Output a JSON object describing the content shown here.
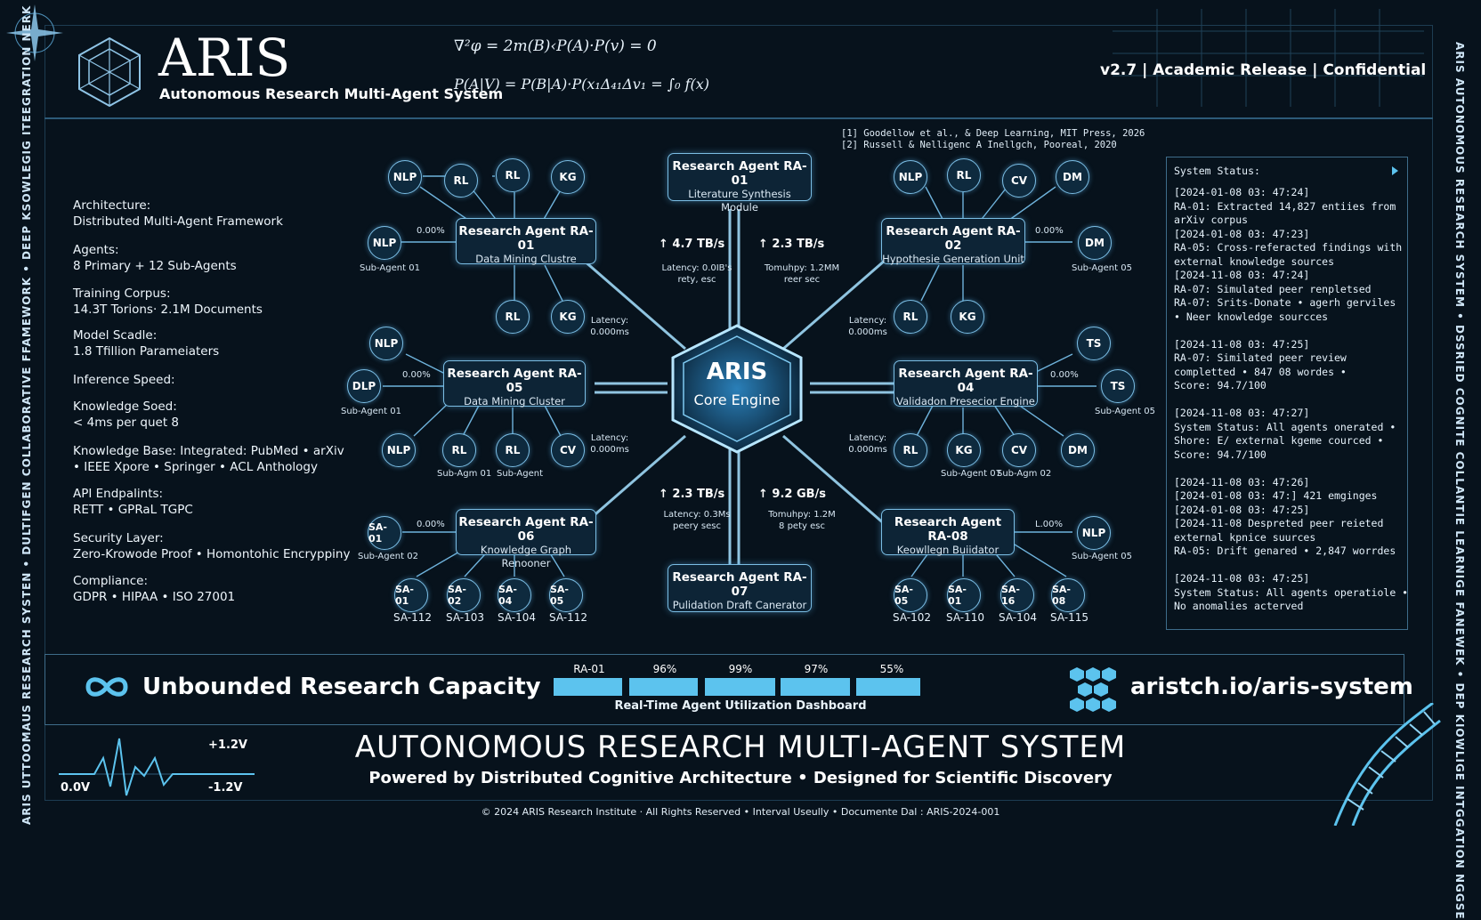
{
  "header": {
    "brand": "ARIS",
    "subtitle": "Autonomous Research Multi-Agent System",
    "equation_1": "∇²φ = 2m(B)‹P(A)·P(v) = 0",
    "equation_2": "P(A|V) = P(B|A)·P(x₁Δ₄₁Δv₁ = ∫₀ f(x)",
    "release": "v2.7 | Academic Release | Confidential",
    "reference_1": "[1] Goodellow et al., & Deep Learning, MIT Press, 2026",
    "reference_2": "[2] Russell & Nelligenc A Inellgch, Pooreal, 2020"
  },
  "side": {
    "left": "ARIS UTTOOMAUS RESEARCH SYSTEN • DULTIFGEN COLLABORATIVE FFAMEWORK • DEEP KSOWLEGIG ITEEGRATION NERK",
    "right": "ARIS AUTONOMOUS RESEARCH SYSTEM • DSSRIED COGNITE COLLANTIE LEARNIGE FANEWEK • DEP KIOWLIGE INTGGATION NGGSE"
  },
  "specs": [
    {
      "label": "Architecture:",
      "value": "Distributed Multi-Agent Framework"
    },
    {
      "label": "Agents:",
      "value": "8 Primary + 12 Sub-Agents"
    },
    {
      "label": "Training Corpus:",
      "value": "14.3T Torions· 2.1M Documents"
    },
    {
      "label": "Model Scadle:",
      "value": "1.8 Tfillion Parameiaters"
    },
    {
      "label": "Inference Speed:",
      "value": ""
    },
    {
      "label": "Knowledge Soed:",
      "value": "< 4ms per quet 8"
    },
    {
      "label": "Knowledge Base:",
      "value": "Integrated: PubMed • arXiv",
      "value2": "• IEEE Xpore • Springer • ACL Anthology"
    },
    {
      "label": "API Endpalints:",
      "value": "RETT • GPRaL TGPC"
    },
    {
      "label": "Security Layer:",
      "value": "Zero-Krowode Proof • Homontohic Encryppiny"
    },
    {
      "label": "Compliance:",
      "value": "GDPR • HIPAA • ISO 27001"
    }
  ],
  "core": {
    "title": "ARIS",
    "subtitle": "Core Engine"
  },
  "agents": {
    "ra01": {
      "title": "Research Agent RA-01",
      "sub": "Data Mining Clustre"
    },
    "ra01b": {
      "title": "Research Agent RA-01",
      "sub": "Literature Synthesis Module"
    },
    "ra02": {
      "title": "Research Agent RA-02",
      "sub": "Hypothesie Generation Unit"
    },
    "ra04": {
      "title": "Research Agent RA-04",
      "sub": "Validadon Presecior Engine"
    },
    "ra05": {
      "title": "Research Agent RA-05",
      "sub": "Data Mining Cluster"
    },
    "ra06": {
      "title": "Research Agent RA-06",
      "sub": "Knowledge Graph Renooner"
    },
    "ra07": {
      "title": "Research Agent RA-07",
      "sub": "Pulidation Draft Canerator"
    },
    "ra08": {
      "title": "Research Agent RA-08",
      "sub": "Keowllegn Buiidator"
    }
  },
  "circles": {
    "tl1": "NLP",
    "tl2": "RL",
    "tl3": "RL",
    "tl4": "KG",
    "tl5": "NLP",
    "tl6": "RL",
    "tl7": "KG",
    "ml1": "NLP",
    "ml2": "DLP",
    "ml3": "NLP",
    "ml4": "RL",
    "ml5": "RL",
    "ml6": "CV",
    "bl1": "SA-01",
    "bl2": "SA-01",
    "bl3": "SA-02",
    "bl4": "SA-04",
    "bl5": "SA-05",
    "tr1": "NLP",
    "tr2": "RL",
    "tr3": "CV",
    "tr4": "DM",
    "tr5": "DM",
    "tr6": "RL",
    "tr7": "KG",
    "mr1": "TS",
    "mr2": "TS",
    "mr3": "RL",
    "mr4": "KG",
    "mr5": "CV",
    "mr6": "DM",
    "br1": "NLP",
    "br2": "SA-05",
    "br3": "SA-01",
    "br4": "SA-16",
    "br5": "SA-08"
  },
  "labels": {
    "sub_tl": "Sub-Agent 01",
    "sub_tr": "Sub-Agent 05",
    "sub_ml": "Sub-Agent 01",
    "sub_mr": "Sub-Agent 05",
    "sub_bl": "Sub-Agent 02",
    "sub_br": "Sub-Agent 05",
    "sub_ml2": "Sub-Agm 01",
    "sub_ml3": "Sub-Agent",
    "sub_mr2": "Sub-Agent 07",
    "sub_mr3": "Sub-Agm 02",
    "pct_tl": "0.00%",
    "pct_tr": "0.00%",
    "pct_ml": "0.00%",
    "pct_mr": "0.00%",
    "pct_bl": "0.00%",
    "pct_br": "L.00%",
    "sa_bl": [
      "SA-112",
      "SA-103",
      "SA-104",
      "SA-112"
    ],
    "sa_br": [
      "SA-102",
      "SA-110",
      "SA-104",
      "SA-115"
    ]
  },
  "bandwidth": {
    "tl": "↑ 4.7 TB/s",
    "tr": "↑ 2.3 TB/s",
    "bl": "↑ 2.3 TB/s",
    "br": "↑ 9.2 GB/s",
    "tl_note1": "Latency: 0.0IB's",
    "tl_note2": "rety, esc",
    "tr_note1": "Tomuhpy: 1.2MM",
    "tr_note2": "reer sec",
    "bl_note1": "Latency: 0.3Ms",
    "bl_note2": "peery sesc",
    "br_note1": "Tomuhpy: 1.2M",
    "br_note2": "8 pety esc",
    "lat_l1a": "Latency:",
    "lat_l1b": "0.000ms",
    "lat_r1a": "Latency:",
    "lat_r1b": "0.000ms",
    "lat_l2a": "Latency:",
    "lat_l2b": "0.000ms",
    "lat_r2a": "Latency:",
    "lat_r2b": "0.000ms"
  },
  "status": {
    "title": "System Status:",
    "lines": [
      "[2024-01-08 03: 47:24]",
      "RA-01: Extracted 14,827 entiies from",
      "arXiv corpus",
      "[2024-01-08 03: 47:23]",
      "RA-05: Cross-referacted findings with",
      "external knowledge sources",
      "[2024-11-08 03: 47:24]",
      "RA-07: Simulated peer renpletsed",
      "RA-07: Srits-Donate • agerh gerviles",
      "• Neer knowledge sourcces",
      "",
      "[2024-11-08 03: 47:25]",
      "RA-07: Similated peer review",
      "completted • 847 08 wordes •",
      "Score: 94.7/100",
      "",
      "[2024-11-08 03: 47:27]",
      "System Status: All agents onerated •",
      "Shore: E/ external kgeme courced •",
      "Score: 94.7/100",
      "",
      "[2024-11-08 03: 47:26]",
      "[2024-01-08 03: 47:] 421 emginges",
      "[2024-01-08 03: 47:25]",
      "[2024-11-08 Despreted peer reieted",
      "external kpnice suurces",
      "RA-05: Drift genared • 2,847 worrdes",
      "",
      "[2024-11-08 03: 47:25]",
      "System Status: All agents operatiole •",
      "No anomalies acterved"
    ]
  },
  "dashboard": {
    "capacity": "Unbounded Research Capacity",
    "bars": [
      {
        "label": "RA-01",
        "value": 96
      },
      {
        "label": "96%",
        "value": 96
      },
      {
        "label": "99%",
        "value": 99
      },
      {
        "label": "97%",
        "value": 97
      },
      {
        "label": "55%",
        "value": 55
      }
    ],
    "caption": "Real-Time Agent Utilization Dashboard",
    "url": "aristch.io/aris-system"
  },
  "footer": {
    "v_plus": "+1.2V",
    "v_zero": "0.0V",
    "v_minus": "-1.2V",
    "title": "AUTONOMOUS RESEARCH MULTI-AGENT SYSTEM",
    "tagline": "Powered by Distributed Cognitive Architecture • Designed for Scientific Discovery",
    "copyright": "© 2024 ARIS Research Institute · All Rights Reserved • Interval Useully • Documente Dal : ARIS-2024-001"
  },
  "colors": {
    "accent": "#5cc3ee",
    "background": "#07121c",
    "line": "#7bbde4"
  }
}
